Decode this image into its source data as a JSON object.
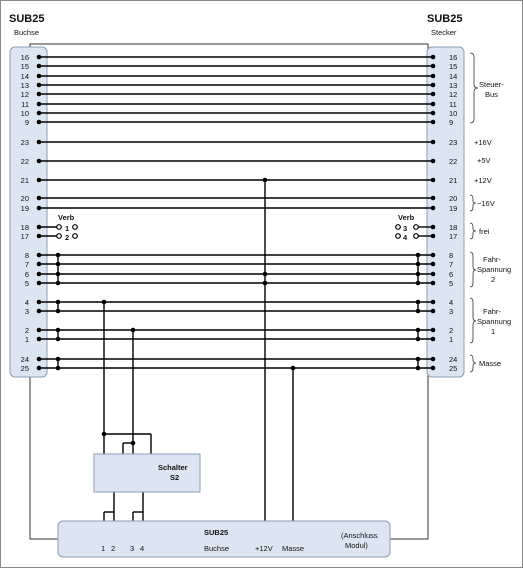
{
  "left_connector": {
    "title": "SUB25",
    "subtitle": "Buchse"
  },
  "right_connector": {
    "title": "SUB25",
    "subtitle": "Stecker"
  },
  "pins": [
    "16",
    "15",
    "14",
    "13",
    "12",
    "11",
    "10",
    "9",
    "23",
    "22",
    "21",
    "20",
    "19",
    "18",
    "17",
    "8",
    "7",
    "6",
    "5",
    "4",
    "3",
    "2",
    "1",
    "24",
    "25"
  ],
  "group_labels": {
    "steuer_bus": [
      "Steuer-",
      "Bus"
    ],
    "v16": "+16V",
    "v5": "+5V",
    "v12": "+12V",
    "ac16": "~16V",
    "frei": "frei",
    "fahr2": [
      "Fahr-",
      "Spannung",
      "2"
    ],
    "fahr1": [
      "Fahr-",
      "Spannung",
      "1"
    ],
    "masse": "Masse"
  },
  "verb_left": {
    "label": "Verb",
    "pin_a": "1",
    "pin_b": "2"
  },
  "verb_right": {
    "label": "Verb",
    "pin_a": "3",
    "pin_b": "4"
  },
  "switch": {
    "line1": "Schalter",
    "line2": "S2"
  },
  "module": {
    "title": "SUB25",
    "subtitle": "Buchse",
    "note": [
      "(Anschluss",
      "Modul)"
    ],
    "pin_labels": [
      "1",
      "2",
      "3",
      "4",
      "+12V",
      "Masse"
    ]
  }
}
